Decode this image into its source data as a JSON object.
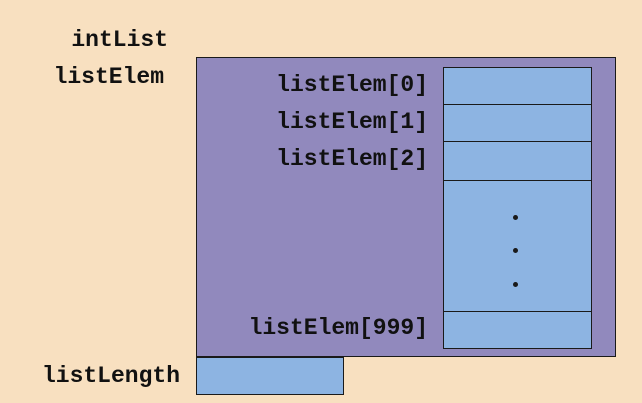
{
  "struct": {
    "name_label": "intList",
    "array_label": "listElem",
    "length_label": "listLength"
  },
  "elements": [
    {
      "label": "listElem[0]"
    },
    {
      "label": "listElem[1]"
    },
    {
      "label": "listElem[2]"
    },
    {
      "label": "listElem[999]"
    }
  ],
  "colors": {
    "background": "#f8e0c0",
    "struct_fill": "#9189bd",
    "cell_fill": "#8db4e2",
    "outline": "#1a1a1a"
  }
}
